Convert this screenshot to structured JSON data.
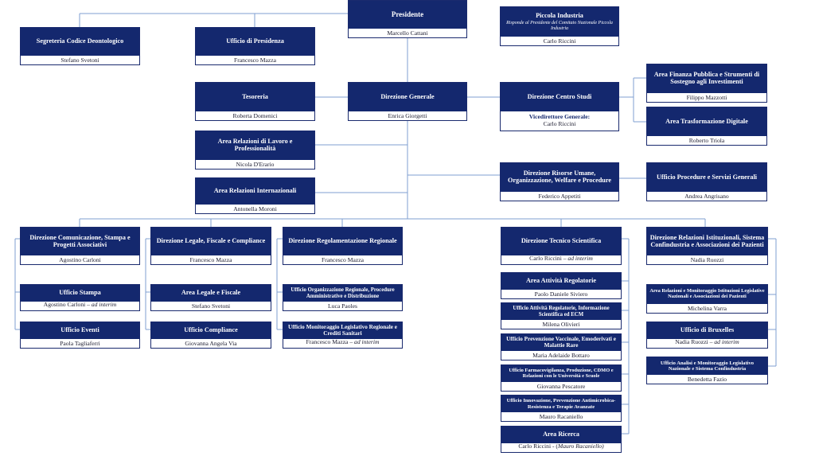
{
  "boxes": {
    "presidente": {
      "title": "Presidente",
      "name": "Marcello Cattani"
    },
    "segreteria": {
      "title": "Segreteria Codice Deontologico",
      "name": "Stefano Svetoni"
    },
    "ufficio_presidenza": {
      "title": "Ufficio di Presidenza",
      "name": "Francesco Mazza"
    },
    "piccola_industria": {
      "title": "Piccola Industria",
      "subtitle": "Risponde al Presidente del Comitato Nazionale Piccola Industria",
      "name": "Carlo Riccini"
    },
    "tesoreria": {
      "title": "Tesoreria",
      "name": "Roberta Domenici"
    },
    "direzione_generale": {
      "title": "Direzione Generale",
      "name": "Enrica Giorgetti"
    },
    "centro_studi": {
      "title": "Direzione Centro Studi",
      "vice_label": "Vicedirettore Generale:",
      "name": "Carlo Riccini"
    },
    "finanza_pubblica": {
      "title": "Area Finanza Pubblica e Strumenti di Sostegno agli Investimenti",
      "name": "Filippo Mazzotti"
    },
    "trasformazione_digitale": {
      "title": "Area Trasformazione Digitale",
      "name": "Roberto Triola"
    },
    "relazioni_lavoro": {
      "title": "Area Relazioni di Lavoro e Professionalità",
      "name": "Nicola D'Erario"
    },
    "risorse_umane": {
      "title": "Direzione Risorse Umane, Organizzazione, Welfare e Procedure",
      "name": "Federico Appetiti"
    },
    "procedure_servizi": {
      "title": "Ufficio Procedure e Servizi Generali",
      "name": "Andrea Angrisano"
    },
    "relazioni_internazionali": {
      "title": "Area Relazioni Internazionali",
      "name": "Antonella Moroni"
    },
    "comunicazione": {
      "title": "Direzione Comunicazione, Stampa e Progetti Associativi",
      "name": "Agostino Carloni"
    },
    "ufficio_stampa": {
      "title": "Ufficio Stampa",
      "name": "Agostino Carloni – ",
      "name_italic": "ad interim"
    },
    "ufficio_eventi": {
      "title": "Ufficio Eventi",
      "name": "Paola Tagliaferri"
    },
    "legale": {
      "title": "Direzione Legale, Fiscale e Compliance",
      "name": "Francesco Mazza"
    },
    "legale_fiscale": {
      "title": "Area Legale e Fiscale",
      "name": "Stefano Svetoni"
    },
    "compliance": {
      "title": "Ufficio Compliance",
      "name": "Giovanna Angela Via"
    },
    "regolamentazione": {
      "title": "Direzione Regolamentazione Regionale",
      "name": "Francesco Mazza"
    },
    "org_regionale": {
      "title": "Ufficio Organizzazione Regionale, Procedure Amministrative e Distribuzione",
      "name": "Luca Paoles"
    },
    "monitoraggio_leg": {
      "title": "Ufficio Monitoraggio Legislativo Regionale e Crediti Sanitari",
      "name": "Francesco Mazza – ",
      "name_italic": "ad interim"
    },
    "tecnico_scientifica": {
      "title": "Direzione Tecnico Scientifica",
      "name": "Carlo Riccini – ",
      "name_italic": "ad interim"
    },
    "attivita_regolatorie": {
      "title": "Area Attività Regolatorie",
      "name": "Paolo Daniele Siviero"
    },
    "uff_attivita_reg": {
      "title": "Ufficio Attività Regolatorie, Informazione Scientifica ed ECM",
      "name": "Milena Olivieri"
    },
    "prevenzione_vaccinale": {
      "title": "Ufficio Prevenzione Vaccinale, Emoderivati e Malattie Rare",
      "name": "Maria Adelaide Bottaro"
    },
    "farmacovigilanza": {
      "title": "Ufficio Farmacovigilanza, Produzione, CDMO e Relazioni con le Università e Scuole",
      "name": "Giovanna Pescatore"
    },
    "innovazione": {
      "title": "Ufficio Innovazione, Prevenzione Antimicrobica-Resistenza e Terapie Avanzate",
      "name": "Mauro Racaniello"
    },
    "area_ricerca": {
      "title": "Area Ricerca",
      "name": "Carlo Riccini - (",
      "name_italic": "Mauro Racaniello)"
    },
    "relazioni_istituzionali": {
      "title": "Direzione Relazioni Istituzionali, Sistema Confindustria e Associazioni dei Pazienti",
      "name": "Nadia Ruozzi"
    },
    "monitoraggio_ist": {
      "title": "Area Relazioni e Monitoraggio Istituzioni Legislative Nazionali e Associazioni dei Pazienti",
      "name": "Michelina Varra"
    },
    "bruxelles": {
      "title": "Ufficio di Bruxelles",
      "name": "Nadia Ruozzi – ",
      "name_italic": "ad interim"
    },
    "analisi_monitoraggio": {
      "title": "Ufficio Analisi e Monitoraggio Legislativo Nazionale e Sistema Confindustria",
      "name": "Benedetta Fazio"
    }
  }
}
